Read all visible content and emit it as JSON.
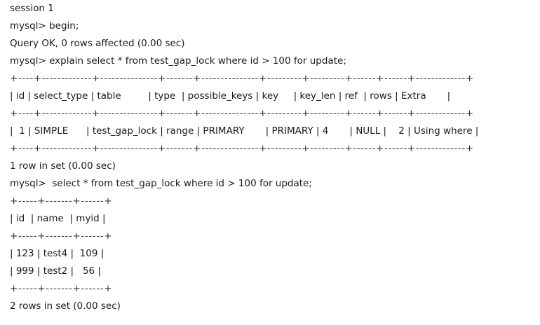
{
  "lines": [
    "session 1",
    "mysql> begin;",
    "Query OK, 0 rows affected (0.00 sec)",
    "mysql> explain select * from test_gap_lock where id > 100 for update;",
    "+----+-------------+---------------+-------+---------------+---------+---------+------+------+-------------+",
    "| id | select_type | table         | type  | possible_keys | key     | key_len | ref  | rows | Extra       |",
    "+----+-------------+---------------+-------+---------------+---------+---------+------+------+-------------+",
    "|  1 | SIMPLE      | test_gap_lock | range | PRIMARY       | PRIMARY | 4       | NULL |    2 | Using where |",
    "+----+-------------+---------------+-------+---------------+---------+---------+------+------+-------------+",
    "1 row in set (0.00 sec)",
    "mysql>  select * from test_gap_lock where id > 100 for update;",
    "+-----+-------+------+",
    "| id  | name  | myid |",
    "+-----+-------+------+",
    "| 123 | test4 |  109 |",
    "| 999 | test2 |   56 |",
    "+-----+-------+------+",
    "2 rows in set (0.00 sec)"
  ]
}
